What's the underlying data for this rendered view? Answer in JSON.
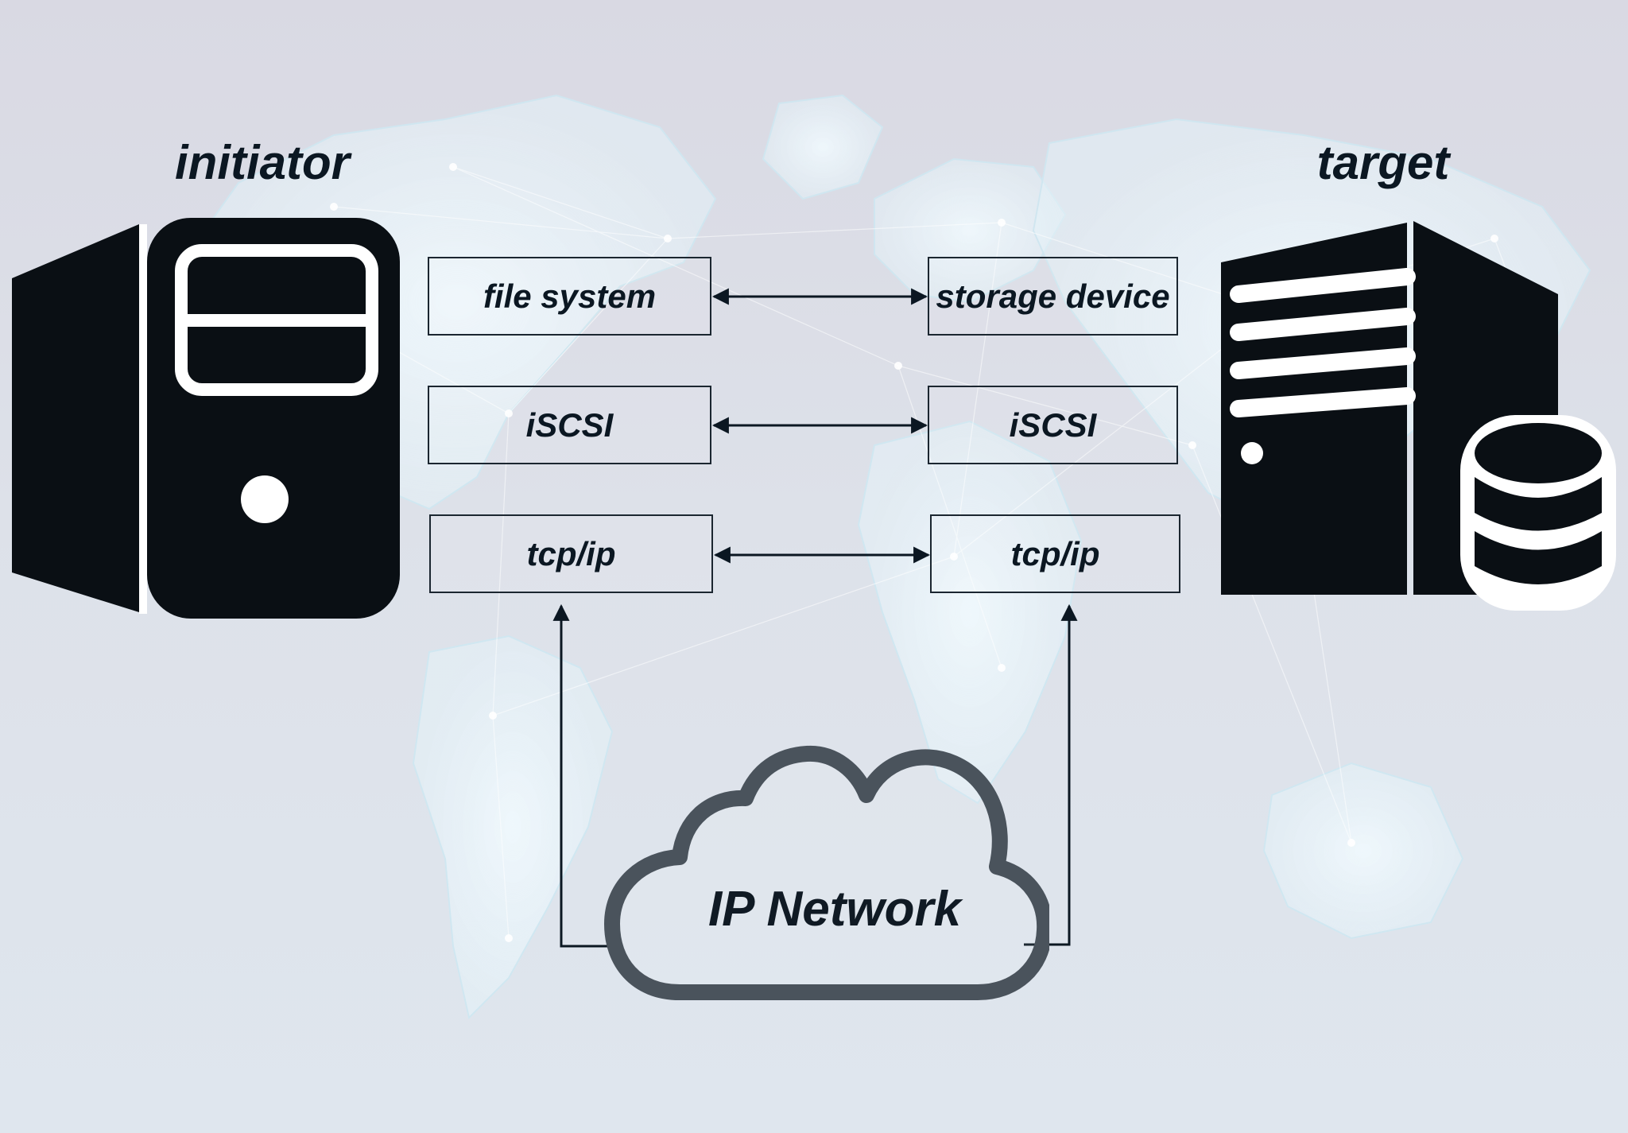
{
  "initiator": {
    "title": "initiator",
    "layers": [
      "file system",
      "iSCSI",
      "tcp/ip"
    ]
  },
  "target": {
    "title": "target",
    "layers": [
      "storage device",
      "iSCSI",
      "tcp/ip"
    ]
  },
  "network": {
    "label": "IP Network"
  },
  "colors": {
    "ink": "#0b1722",
    "cloud_stroke": "#4a535c",
    "map_glow": "#eaf7fb",
    "background": "#dde1e9"
  },
  "icons": {
    "initiator_server": "tower-computer-icon",
    "target_server": "rack-server-icon",
    "target_storage": "database-icon",
    "network": "cloud-icon",
    "background": "world-map-network"
  }
}
